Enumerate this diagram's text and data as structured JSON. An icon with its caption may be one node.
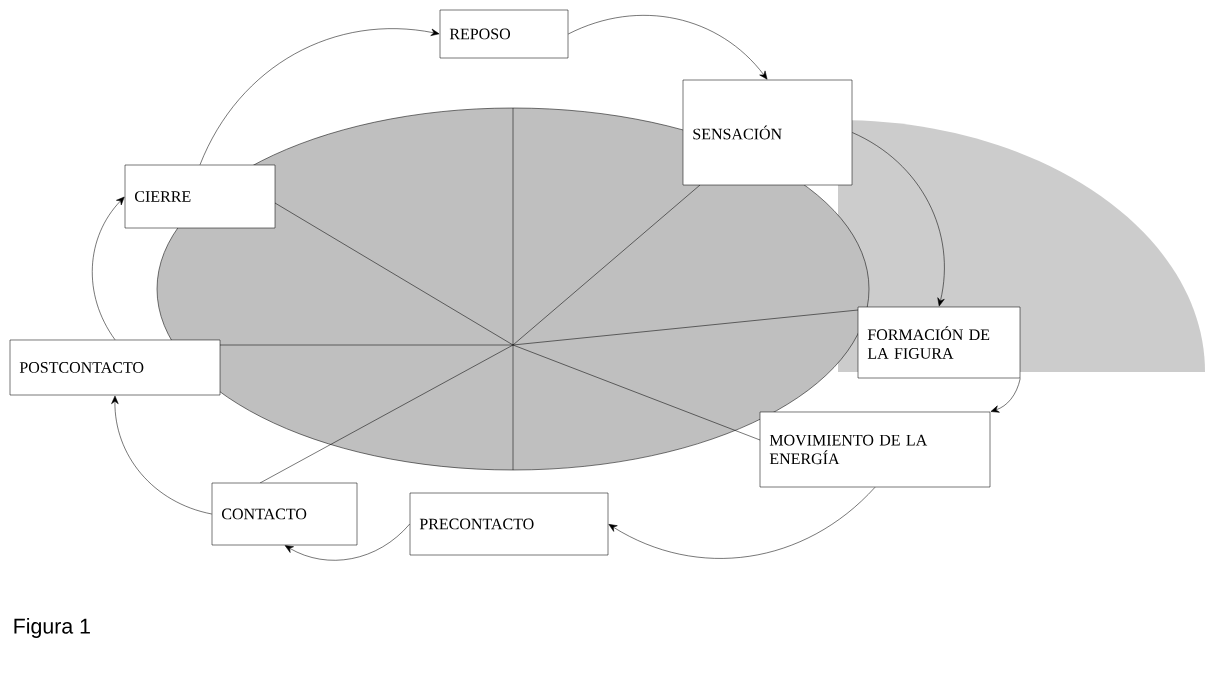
{
  "diagram": {
    "caption": "Figura 1",
    "nodes": [
      {
        "text": [
          "REPOSO"
        ]
      },
      {
        "text": [
          "SENSACIÓN"
        ]
      },
      {
        "text": [
          "FORMACIÓN DE LA FIGURA"
        ]
      },
      {
        "text": [
          "MOVIMIENTO DE LA ENERGÍA"
        ]
      },
      {
        "text": [
          "PRECONTACTO"
        ]
      },
      {
        "text": [
          "CONTACTO"
        ]
      },
      {
        "text": [
          "POSTCONTACTO"
        ]
      },
      {
        "text": [
          "CIERRE"
        ]
      }
    ],
    "edges": [
      {
        "from": 0,
        "to": 1,
        "arrow": "to"
      },
      {
        "from": 1,
        "to": 2,
        "arrow": "to"
      },
      {
        "from": 2,
        "to": 3,
        "arrow": "to"
      },
      {
        "from": 3,
        "to": 4,
        "arrow": "to"
      },
      {
        "from": 4,
        "to": 5,
        "arrow": "to"
      },
      {
        "from": 5,
        "to": 6,
        "arrow": "to"
      },
      {
        "from": 6,
        "to": 7,
        "arrow": "to"
      },
      {
        "from": 7,
        "to": 0,
        "arrow": "to"
      }
    ]
  }
}
